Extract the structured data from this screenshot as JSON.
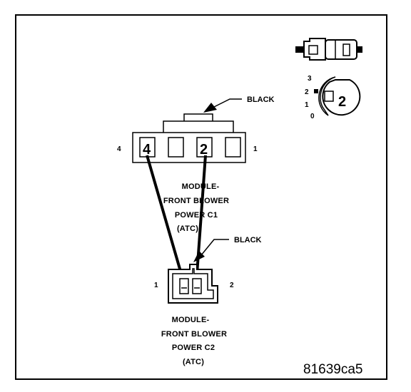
{
  "connector_c1": {
    "color_label": "BLACK",
    "pin_left_label": "4",
    "pin_right_label": "1",
    "cavities": [
      "4",
      "",
      "2",
      ""
    ],
    "caption": [
      "MODULE-",
      "FRONT BLOWER",
      "POWER C1",
      "(ATC)"
    ]
  },
  "connector_c2": {
    "color_label": "BLACK",
    "pin_left_label": "1",
    "pin_right_label": "2",
    "caption": [
      "MODULE-",
      "FRONT BLOWER",
      "POWER C2",
      "(ATC)"
    ]
  },
  "terminal_icon": {
    "cavity_numbers": [
      "3",
      "2",
      "1",
      "0"
    ],
    "label": "2"
  },
  "reference_id": "81639ca5",
  "colors": {
    "line": "#000000",
    "background": "#ffffff"
  }
}
